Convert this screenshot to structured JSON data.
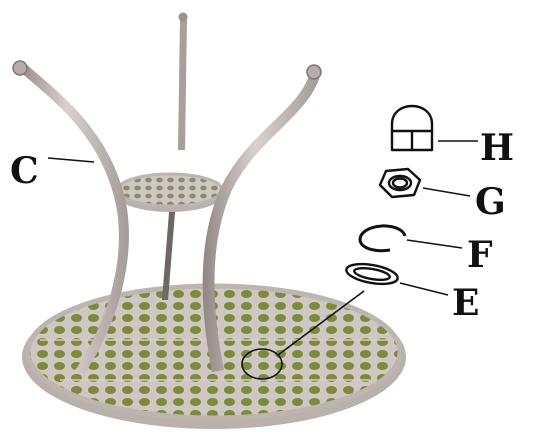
{
  "figure": {
    "callouts": {
      "c": "C",
      "h": "H",
      "g": "G",
      "f": "F",
      "e": "E"
    },
    "parts": [
      {
        "letter": "C",
        "icon": "table-leg"
      },
      {
        "letter": "H",
        "icon": "cap-nut-icon"
      },
      {
        "letter": "G",
        "icon": "hex-nut-icon"
      },
      {
        "letter": "F",
        "icon": "lock-washer-icon"
      },
      {
        "letter": "E",
        "icon": "flat-washer-icon"
      }
    ],
    "colors": {
      "frame": "#c9c1bc",
      "frame_shadow": "#8f8783",
      "perforation": "#7d8a3c",
      "ink": "#111111"
    }
  }
}
